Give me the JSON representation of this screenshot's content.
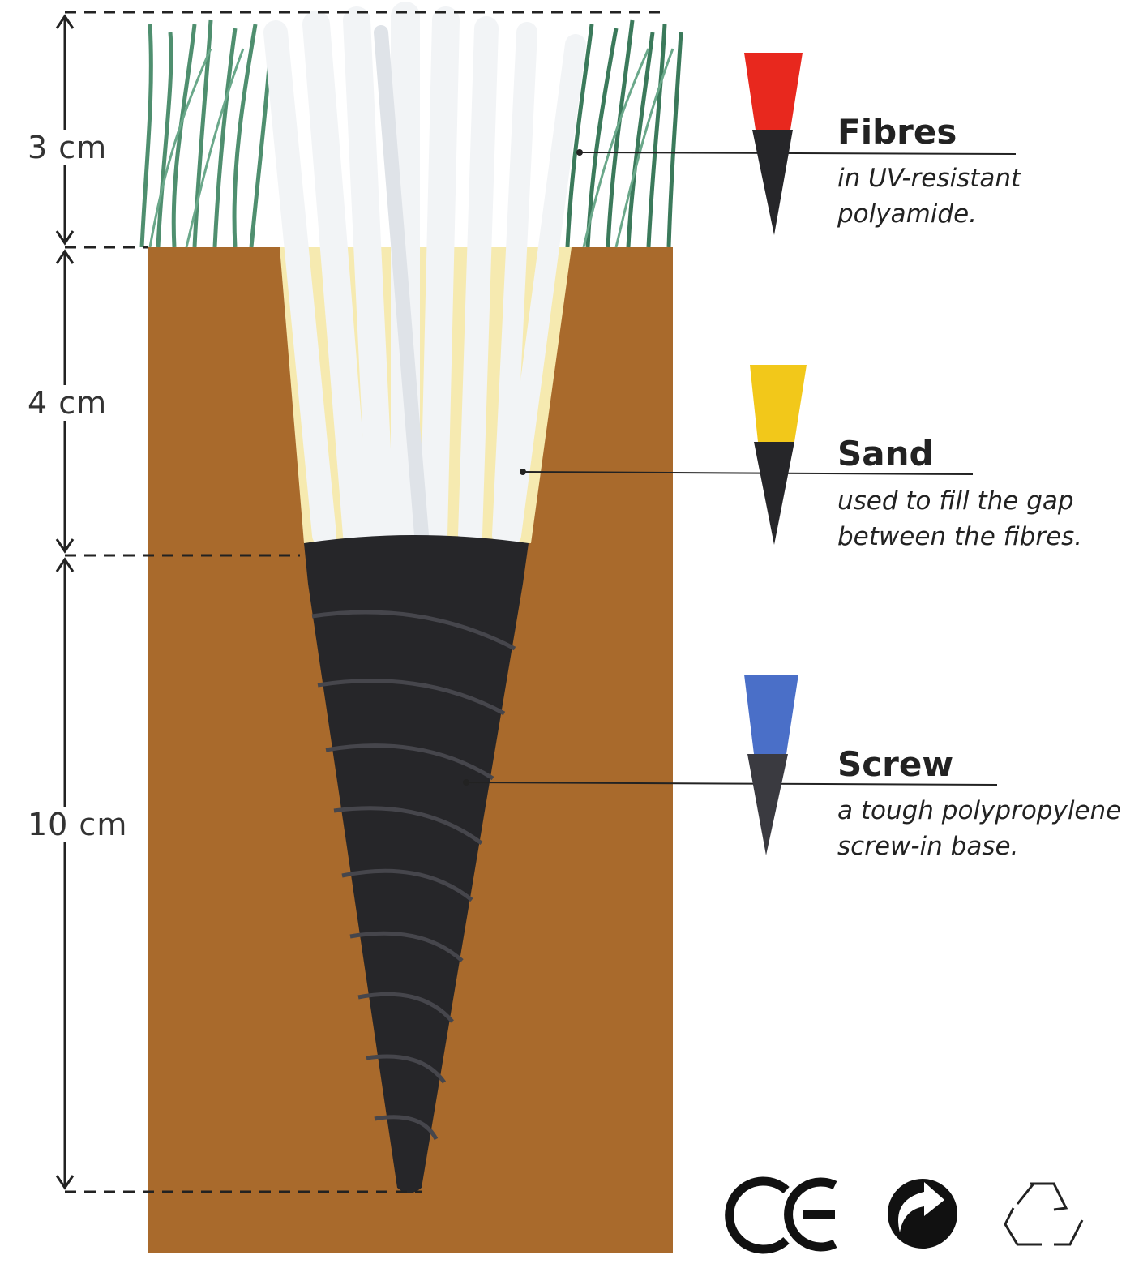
{
  "dimensions": {
    "grass": "3 cm",
    "sand": "4 cm",
    "screw": "10 cm"
  },
  "labels": [
    {
      "title": "Fibres",
      "desc_line1": "in UV-resistant",
      "desc_line2": "polyamide.",
      "color": "#e8281e"
    },
    {
      "title": "Sand",
      "desc_line1": "used to fill the gap",
      "desc_line2": "between the fibres.",
      "color": "#f2c81a"
    },
    {
      "title": "Screw",
      "desc_line1": "a tough polypropylene",
      "desc_line2": "screw-in base.",
      "color": "#4a6fc8"
    }
  ],
  "logos": {
    "ce": "CE"
  },
  "colors": {
    "soil": "#a96a2c",
    "grass": "#4f8f6f",
    "screw": "#262629",
    "sand": "#f6eab0"
  }
}
